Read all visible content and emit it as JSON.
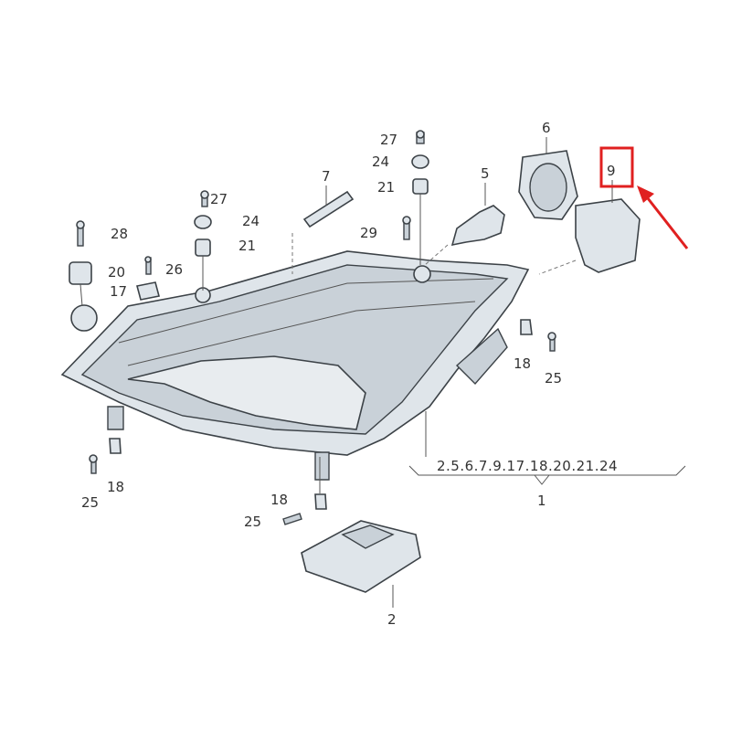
{
  "diagram": {
    "labels": {
      "l27a": "27",
      "l24a": "24",
      "l21a": "21",
      "l7": "7",
      "l5": "5",
      "l6": "6",
      "l9": "9",
      "l27b": "27",
      "l24b": "24",
      "l21b": "21",
      "l28": "28",
      "l29": "29",
      "l20": "20",
      "l26": "26",
      "l17": "17",
      "l18a": "18",
      "l25a": "25",
      "l25b": "25",
      "l18b": "18",
      "l18c": "18",
      "l25c": "25",
      "l2": "2",
      "l1": "1"
    },
    "assembly_contents": "2.5.6.7.9.17.18.20.21.24",
    "highlight_color": "#e02020"
  }
}
